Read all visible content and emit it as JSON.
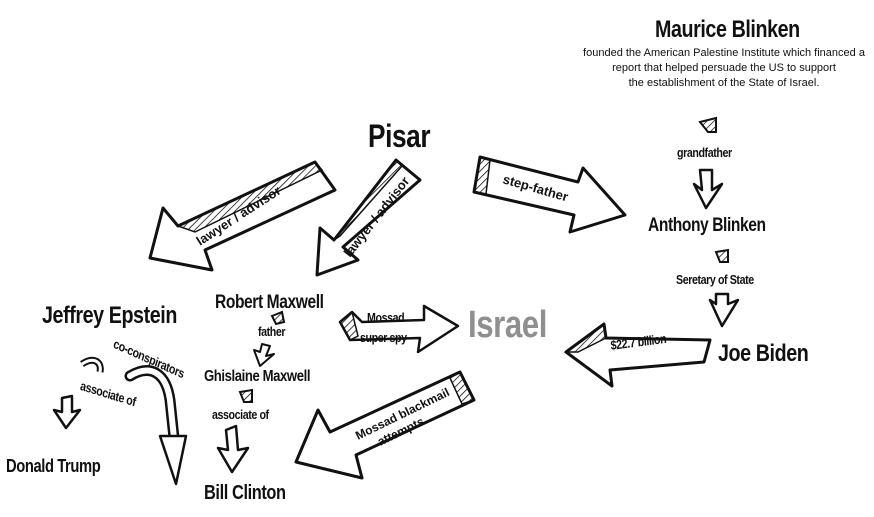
{
  "colors": {
    "ink": "#111111",
    "israel": "#8f8f8f",
    "background": "#ffffff"
  },
  "nodes": {
    "maurice": "Maurice Blinken",
    "maurice_note": [
      "founded the American Palestine Institute which financed a",
      "report that helped persuade the US to support",
      "the establishment of the State of Israel."
    ],
    "pisar": "Pisar",
    "anthony": "Anthony Blinken",
    "jeffrey": "Jeffrey Epstein",
    "robert": "Robert Maxwell",
    "israel": "Israel",
    "ghislaine": "Ghislaine Maxwell",
    "joe": "Joe Biden",
    "donald": "Donald Trump",
    "bill": "Bill Clinton"
  },
  "edges": {
    "grandfather": "grandfather",
    "lawyer_left": "lawyer / advisor",
    "lawyer_right": "lawyer / advisor",
    "stepfather": "step-father",
    "secretary": "Seretary of State",
    "coconspirators": "co-conspirators",
    "father": "father",
    "mossad_spy_1": "Mossad",
    "mossad_spy_2": "super spy",
    "money": "$22.7 billion",
    "associate_left": "associate of",
    "associate_mid": "associate of",
    "blackmail_1": "Mossad blackmail",
    "blackmail_2": "attempts"
  },
  "icons": [
    "arrow-icon",
    "curved-arrow-icon"
  ]
}
